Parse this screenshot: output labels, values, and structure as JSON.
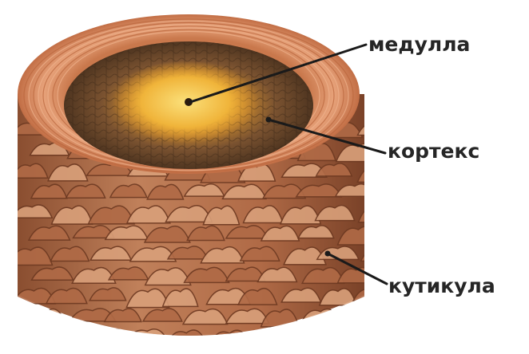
{
  "labels": {
    "medulla": "медулла",
    "cortex": "кортекс",
    "cuticle": "кутикула"
  },
  "colors": {
    "cuticle_base": "#b06a46",
    "cuticle_light": "#d9a07a",
    "cuticle_dark": "#6e3a22",
    "cortex_ring": "#d98a5e",
    "cortex_inner": "#6b4a2a",
    "medulla_core": "#f3b23a",
    "leader_line": "#1a1a1a",
    "label_text": "#262626"
  }
}
